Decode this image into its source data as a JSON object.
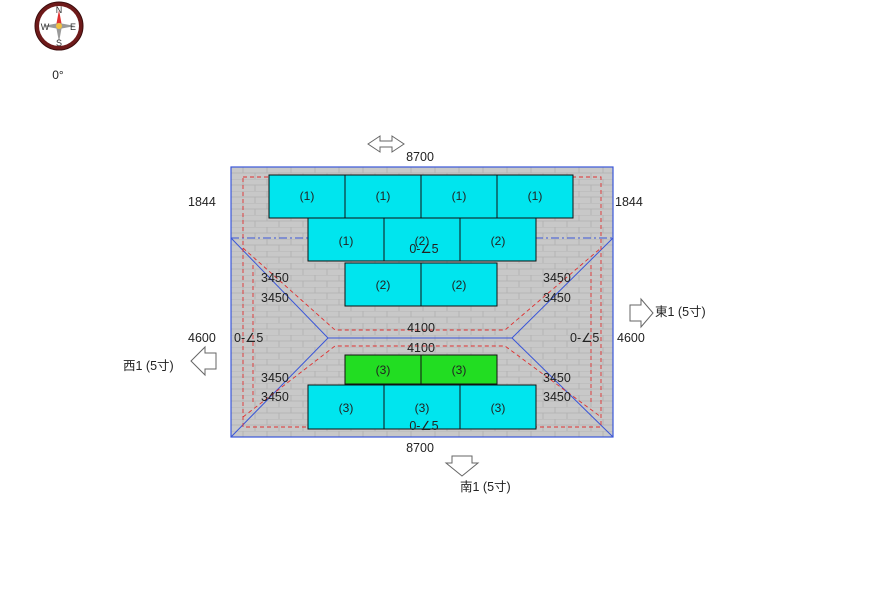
{
  "compass": {
    "north": "N",
    "south": "S",
    "east": "E",
    "west": "W",
    "angle": "0°",
    "colors": {
      "ring": "#6e1a1a",
      "needle_north": "#e03030",
      "needle_center": "#f0c040"
    }
  },
  "dimensions": {
    "top_width": "8700",
    "bottom_width": "8700",
    "left_eave": "1844",
    "right_eave": "1844",
    "left_depth": "4600",
    "right_depth": "4600",
    "ridge_top": "4100",
    "ridge_bottom": "4100",
    "hip_ul_1": "3450",
    "hip_ul_2": "3450",
    "hip_ur_1": "3450",
    "hip_ur_2": "3450",
    "hip_ll_1": "3450",
    "hip_ll_2": "3450",
    "hip_lr_1": "3450",
    "hip_lr_2": "3450"
  },
  "slopes": {
    "north_pitch": "0-∠5",
    "south_pitch": "0-∠5",
    "west_pitch": "0-∠5",
    "east_pitch": "0-∠5"
  },
  "directions": {
    "east": "東1 (5寸)",
    "west": "西1 (5寸)",
    "south": "南1 (5寸)"
  },
  "panels": [
    {
      "label": "(1)",
      "state": "normal"
    },
    {
      "label": "(1)",
      "state": "normal"
    },
    {
      "label": "(1)",
      "state": "normal"
    },
    {
      "label": "(1)",
      "state": "normal"
    },
    {
      "label": "(1)",
      "state": "normal"
    },
    {
      "label": "(2)",
      "state": "normal"
    },
    {
      "label": "(2)",
      "state": "normal"
    },
    {
      "label": "(2)",
      "state": "normal"
    },
    {
      "label": "(2)",
      "state": "normal"
    },
    {
      "label": "(3)",
      "state": "selected"
    },
    {
      "label": "(3)",
      "state": "selected"
    },
    {
      "label": "(3)",
      "state": "normal"
    },
    {
      "label": "(3)",
      "state": "normal"
    },
    {
      "label": "(3)",
      "state": "normal"
    }
  ],
  "colors": {
    "panel": "#00e5ee",
    "panel_selected": "#22dd22",
    "roof": "#c8c8c8",
    "roof_line": "#3a56d8",
    "setback": "#e03030"
  }
}
